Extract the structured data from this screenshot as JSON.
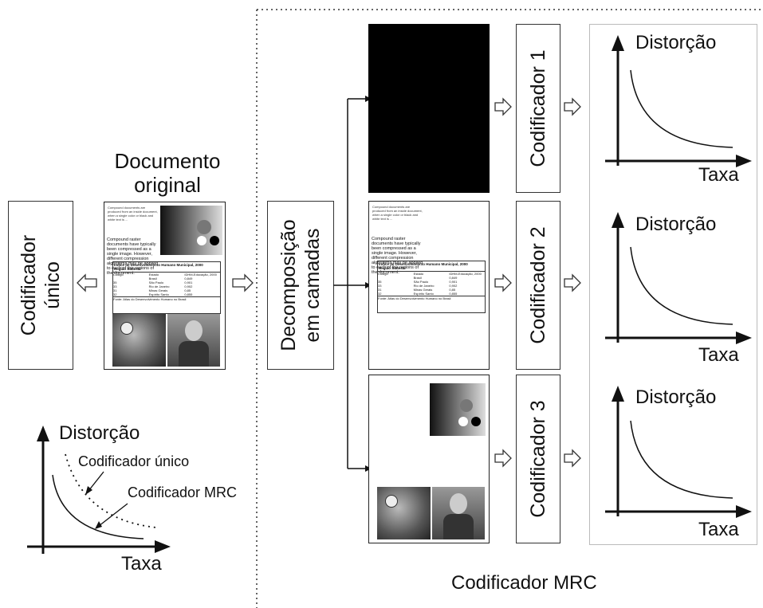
{
  "left": {
    "single_encoder_label": "Codificador\núnico",
    "doc_title": "Documento\noriginal"
  },
  "center": {
    "decomposition_label": "Decomposição\nem camadas"
  },
  "encoders": [
    {
      "label": "Codificador 1"
    },
    {
      "label": "Codificador 2"
    },
    {
      "label": "Codificador 3"
    }
  ],
  "rd_plot": {
    "y_label": "Distorção",
    "x_label": "Taxa"
  },
  "comparison_plot": {
    "y_label": "Distorção",
    "x_label": "Taxa",
    "curve_single": "Codificador único",
    "curve_mrc": "Codificador MRC"
  },
  "mrc_caption": "Codificador MRC",
  "doc_content": {
    "paragraph": "Compound documents are produced from an inside document, when a single color or black and white text is ...",
    "paragraph_tail": "Compound raster documents have typically been compressed as a single image. However, different compression algorithms may be applied to each of the regions of the document.",
    "table_title": "Índice de Desenvolvimento Humano Municipal, 2000\nRegião Sudeste",
    "table_headers": [
      "Código",
      "Estado",
      "IDHM-Educação, 2000"
    ],
    "table_rows": [
      [
        "",
        "Brasil",
        "0,849"
      ],
      [
        "35",
        "São Paulo",
        "0,901"
      ],
      [
        "33",
        "Rio de Janeiro",
        "0,902"
      ],
      [
        "31",
        "Minas Gerais",
        "0,85"
      ],
      [
        "32",
        "Espírito Santo",
        "0,855"
      ]
    ],
    "table_source": "Fonte: Atlas do Desenvolvimento Humano no Brasil"
  }
}
